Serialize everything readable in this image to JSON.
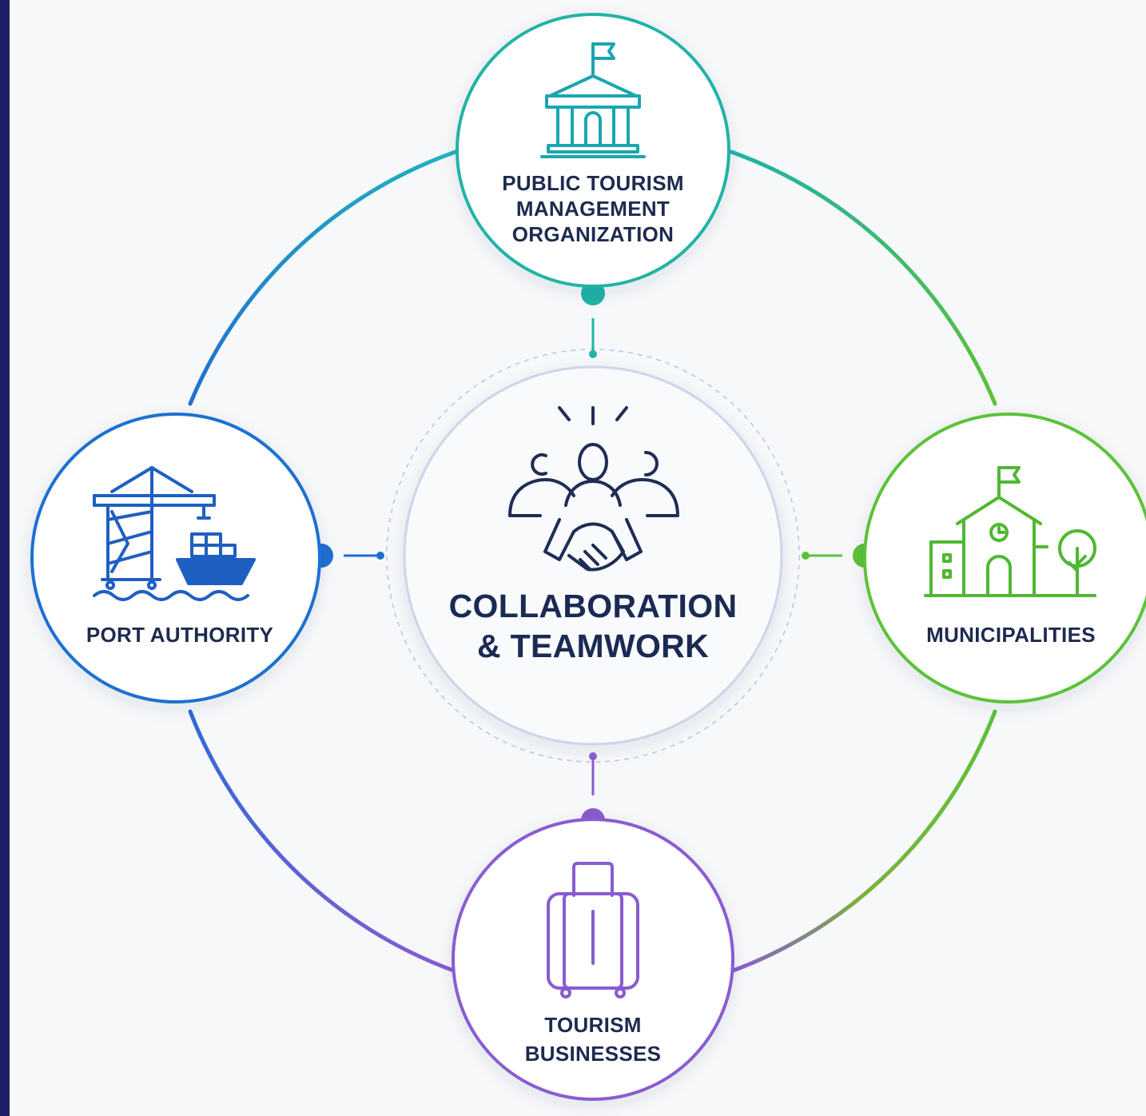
{
  "center": {
    "title_line1": "COLLABORATION",
    "title_line2": "& TEAMWORK",
    "icon": "collaboration-handshake-icon"
  },
  "nodes": {
    "top": {
      "line1": "PUBLIC TOURISM",
      "line2": "MANAGEMENT",
      "line3": "ORGANIZATION",
      "icon": "government-building-icon",
      "color": "#20b3a6"
    },
    "left": {
      "line1": "PORT AUTHORITY",
      "icon": "port-crane-ship-icon",
      "color": "#1f6fd1"
    },
    "right": {
      "line1": "MUNICIPALITIES",
      "icon": "town-hall-icon",
      "color": "#5cc238"
    },
    "bottom": {
      "line1": "TOURISM",
      "line2": "BUSINESSES",
      "icon": "suitcase-icon",
      "color": "#8a5bd0"
    }
  },
  "colors": {
    "sidebar": "#1c1f66",
    "text": "#1e2a4f",
    "center_ring": "#c7cfe8"
  }
}
